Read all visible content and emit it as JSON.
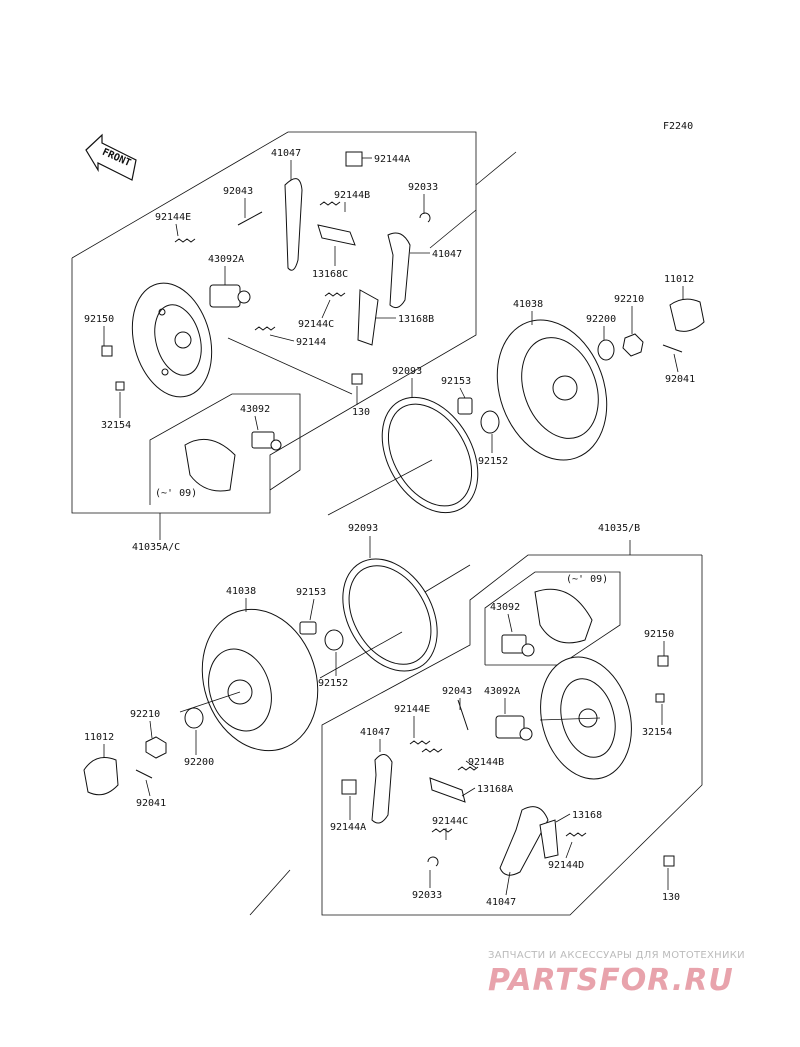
{
  "figure_code": "F2240",
  "front_arrow_label": "FRONT",
  "labels_top": {
    "l41047a": "41047",
    "l92144A": "92144A",
    "l92043": "92043",
    "l92144B": "92144B",
    "l92033": "92033",
    "l92144E": "92144E",
    "l43092A": "43092A",
    "l13168C": "13168C",
    "l41047b": "41047",
    "l92150": "92150",
    "l92144C": "92144C",
    "l13168B": "13168B",
    "l92144": "92144",
    "l32154": "32154",
    "l130": "130",
    "l43092": "43092",
    "l09": "(~' 09)",
    "l41035AC": "41035A/C",
    "l92093": "92093",
    "l92153": "92153",
    "l92152": "92152",
    "l41038": "41038",
    "l92210": "92210",
    "l92200": "92200",
    "l11012": "11012",
    "l92041": "92041"
  },
  "labels_bottom": {
    "l41035B": "41035/B",
    "l92093": "92093",
    "l41038": "41038",
    "l92153": "92153",
    "l09": "(~' 09)",
    "l43092": "43092",
    "l92150": "92150",
    "l92152": "92152",
    "l92043": "92043",
    "l92144E": "92144E",
    "l43092A": "43092A",
    "l32154": "32154",
    "l92210": "92210",
    "l41047a": "41047",
    "l92144B": "92144B",
    "l11012": "11012",
    "l92200": "92200",
    "l13168A": "13168A",
    "l92041": "92041",
    "l92144A": "92144A",
    "l92144C": "92144C",
    "l13168": "13168",
    "l92144D": "92144D",
    "l92033": "92033",
    "l41047b": "41047",
    "l130": "130"
  },
  "watermark": {
    "subtitle": "ЗАПЧАСТИ И АКСЕССУАРЫ ДЛЯ МОТОТЕХНИКИ",
    "logo": "PARTSFOR.RU"
  }
}
